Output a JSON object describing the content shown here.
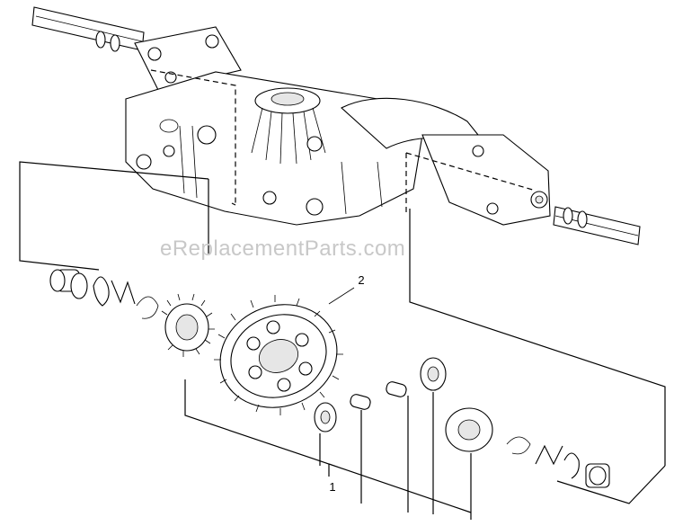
{
  "watermark": "eReplacementParts.com",
  "callouts": {
    "gear_assembly": "1",
    "ring_gear": "2"
  }
}
